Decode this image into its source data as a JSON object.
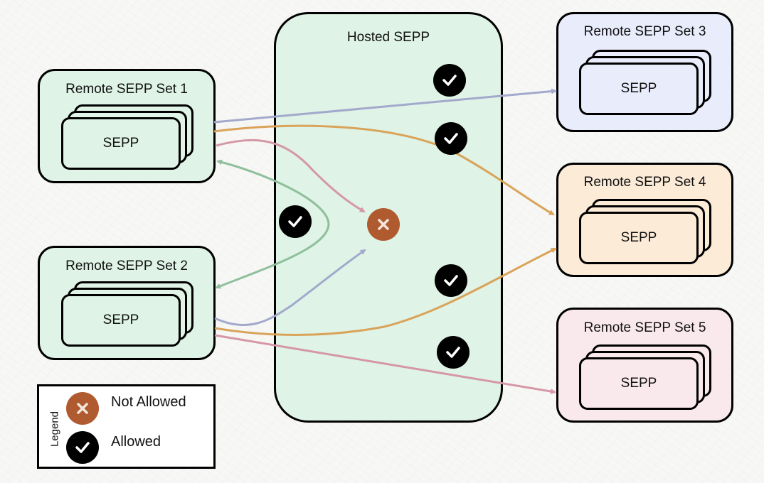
{
  "hosted": {
    "title": "Hosted SEPP",
    "color": "#dff3e6"
  },
  "remote_sets": [
    {
      "id": "set1",
      "title": "Remote SEPP Set 1",
      "node_label": "SEPP",
      "color": "#dff3e6"
    },
    {
      "id": "set2",
      "title": "Remote SEPP Set 2",
      "node_label": "SEPP",
      "color": "#dff3e6"
    },
    {
      "id": "set3",
      "title": "Remote SEPP Set 3",
      "node_label": "SEPP",
      "color": "#e9ecfb"
    },
    {
      "id": "set4",
      "title": "Remote SEPP Set 4",
      "node_label": "SEPP",
      "color": "#fcebd7"
    },
    {
      "id": "set5",
      "title": "Remote SEPP Set 5",
      "node_label": "SEPP",
      "color": "#f9e9ec"
    }
  ],
  "flows": [
    {
      "from": "Remote SEPP Set 1",
      "to": "Remote SEPP Set 3",
      "status": "allowed",
      "color": "#a3a9cc"
    },
    {
      "from": "Remote SEPP Set 1",
      "to": "Remote SEPP Set 4",
      "status": "allowed",
      "color": "#d9a45a"
    },
    {
      "from": "Remote SEPP Set 1",
      "to": "Hosted SEPP",
      "status": "not_allowed",
      "color": "#d597a6"
    },
    {
      "from": "Remote SEPP Set 2",
      "to": "Remote SEPP Set 1",
      "status": "allowed",
      "color": "#8fbf9b",
      "bidirectional": true
    },
    {
      "from": "Remote SEPP Set 2",
      "to": "Hosted SEPP",
      "status": "not_allowed",
      "color": "#a3a9cc"
    },
    {
      "from": "Remote SEPP Set 2",
      "to": "Remote SEPP Set 4",
      "status": "allowed",
      "color": "#d9a45a"
    },
    {
      "from": "Remote SEPP Set 2",
      "to": "Remote SEPP Set 5",
      "status": "allowed",
      "color": "#d597a6"
    }
  ],
  "legend": {
    "title": "Legend",
    "items": [
      {
        "label": "Not Allowed",
        "icon": "x-circle-icon",
        "color": "#b05a2f"
      },
      {
        "label": "Allowed",
        "icon": "check-circle-icon",
        "color": "#000000"
      }
    ]
  }
}
